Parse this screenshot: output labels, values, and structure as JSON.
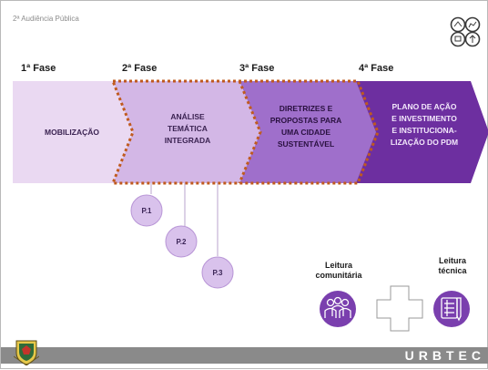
{
  "header": {
    "title": "2ª Audiência Pública"
  },
  "phases": [
    {
      "label": "1ª Fase",
      "card": [
        "MOBILIZAÇÃO"
      ]
    },
    {
      "label": "2ª Fase",
      "card": [
        "ANÁLISE",
        "TEMÁTICA",
        "INTEGRADA"
      ]
    },
    {
      "label": "3ª Fase",
      "card": [
        "DIRETRIZES E",
        "PROPOSTAS PARA",
        "UMA CIDADE",
        "SUSTENTÁVEL"
      ]
    },
    {
      "label": "4ª Fase",
      "card": [
        "PLANO DE AÇÃO",
        "E INVESTIMENTO",
        "E INSTITUCIONA-",
        "LIZAÇÃO DO PDM"
      ]
    }
  ],
  "products": [
    "P.1",
    "P.2",
    "P.3"
  ],
  "leituras": {
    "comunitaria": {
      "line1": "Leitura",
      "line2": "comunitária"
    },
    "tecnica": {
      "line1": "Leitura",
      "line2": "técnica"
    }
  },
  "footer": {
    "brand": "URBTEC"
  },
  "colors": {
    "phase1": "#ead9f2",
    "phase2": "#d3b7e6",
    "phase3": "#9f6fcb",
    "phase4": "#6d2fa0",
    "dots": "#c05a1e",
    "circle": "#d9c2ec",
    "icon": "#7a3fae"
  },
  "icons": [
    "community-people-icon",
    "cross-connector-icon",
    "technical-document-icon",
    "objectives-quad-icon",
    "municipal-crest-icon"
  ]
}
